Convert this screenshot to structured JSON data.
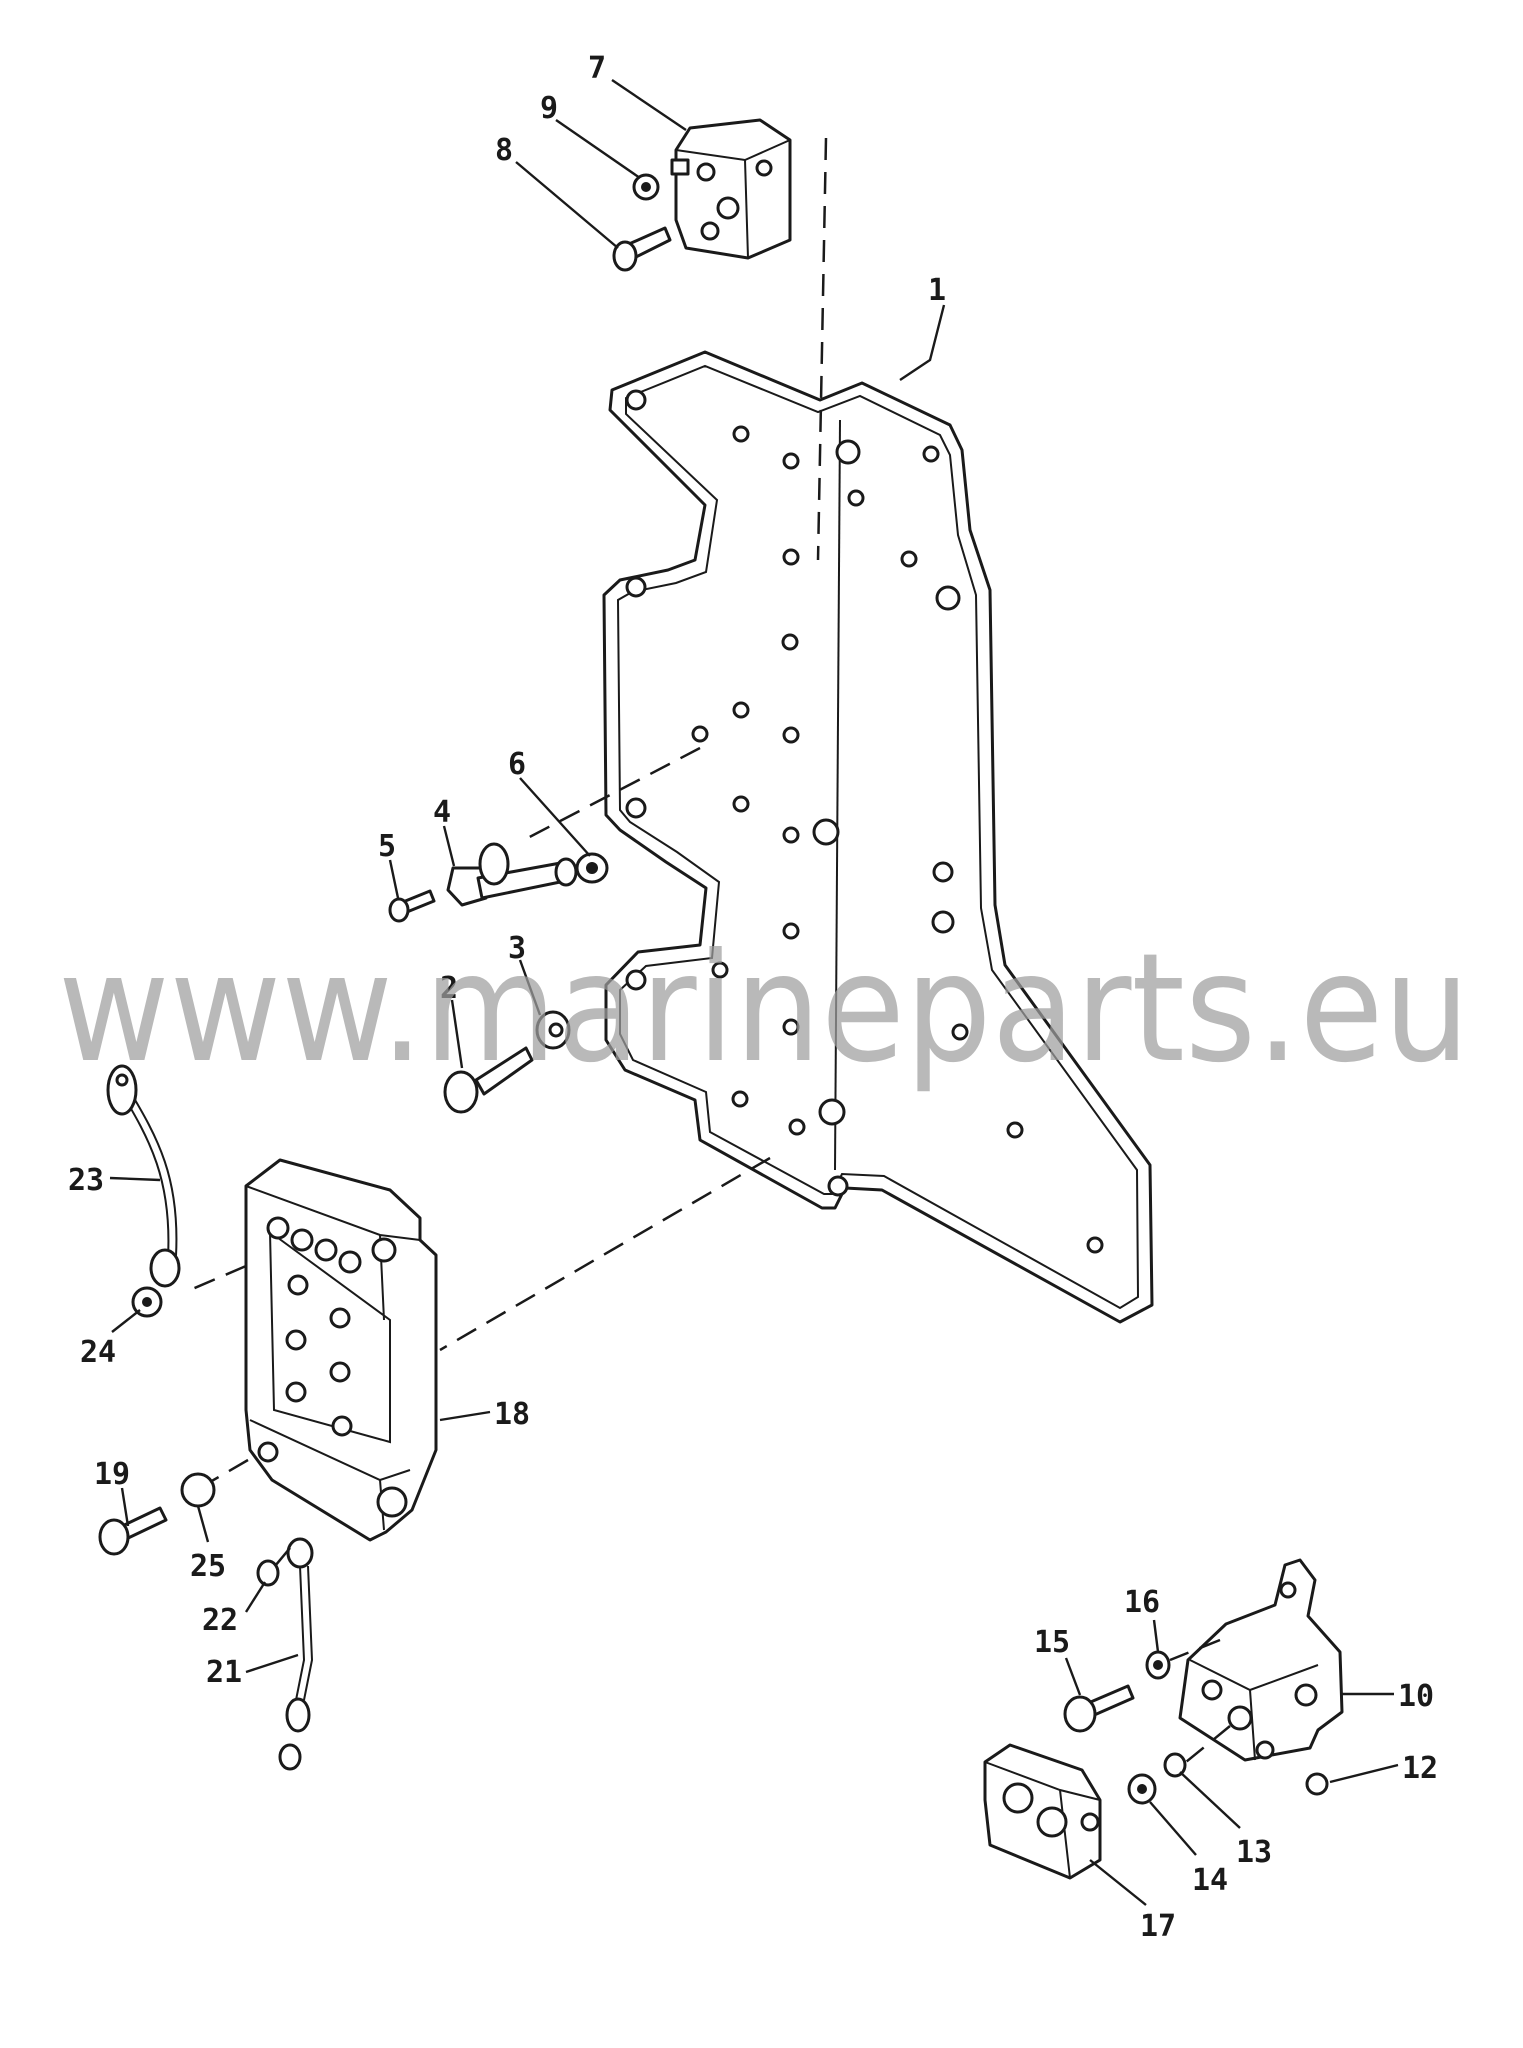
{
  "callouts": [
    {
      "id": "1",
      "label": "1"
    },
    {
      "id": "2",
      "label": "2"
    },
    {
      "id": "3",
      "label": "3"
    },
    {
      "id": "4",
      "label": "4"
    },
    {
      "id": "5",
      "label": "5"
    },
    {
      "id": "6",
      "label": "6"
    },
    {
      "id": "7",
      "label": "7"
    },
    {
      "id": "8",
      "label": "8"
    },
    {
      "id": "9",
      "label": "9"
    },
    {
      "id": "10",
      "label": "10"
    },
    {
      "id": "12",
      "label": "12"
    },
    {
      "id": "13",
      "label": "13"
    },
    {
      "id": "14",
      "label": "14"
    },
    {
      "id": "15",
      "label": "15"
    },
    {
      "id": "16",
      "label": "16"
    },
    {
      "id": "17",
      "label": "17"
    },
    {
      "id": "18",
      "label": "18"
    },
    {
      "id": "19",
      "label": "19"
    },
    {
      "id": "21",
      "label": "21"
    },
    {
      "id": "22",
      "label": "22"
    },
    {
      "id": "23",
      "label": "23"
    },
    {
      "id": "24",
      "label": "24"
    },
    {
      "id": "25",
      "label": "25"
    }
  ],
  "watermark": "www.marineparts.eu",
  "colors": {
    "line": "#1a1a1a",
    "watermark": "#9e9e9e",
    "background": "#ffffff"
  }
}
